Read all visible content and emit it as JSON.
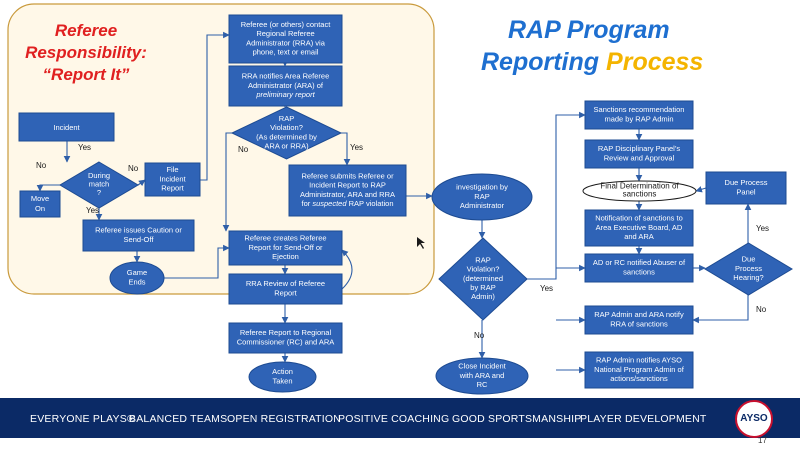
{
  "colors": {
    "box": "#2f63b6",
    "box_edge": "#1d4b92",
    "arrow": "#2f5fa8",
    "panel_fill": "#fff8e8",
    "panel_edge": "#c99a3c",
    "title_blue": "#1e6fd0",
    "title_gold": "#f4b400",
    "footer": "#0b2a66"
  },
  "panel": {
    "title_line1": "Referee",
    "title_line2": "Responsibility:",
    "title_line3": "“Report It”"
  },
  "title": {
    "part1": "RAP Program",
    "part2": "Reporting",
    "part3": "Process"
  },
  "nodes": [
    {
      "id": "incident",
      "shape": "rect",
      "lines": [
        "Incident"
      ]
    },
    {
      "id": "during-match",
      "shape": "diamond",
      "lines": [
        "During",
        "match",
        "?"
      ]
    },
    {
      "id": "move-on",
      "shape": "rect",
      "lines": [
        "Move",
        "On"
      ]
    },
    {
      "id": "file-report",
      "shape": "rect",
      "lines": [
        "File",
        "Incident",
        "Report"
      ]
    },
    {
      "id": "caution",
      "shape": "rect",
      "lines": [
        "Referee issues Caution or",
        "Send-Off"
      ]
    },
    {
      "id": "game-ends",
      "shape": "ellipse",
      "lines": [
        "Game",
        "Ends"
      ]
    },
    {
      "id": "rra-contact",
      "shape": "rect",
      "lines": [
        "Referee (or others) contact",
        "Regional Referee",
        "Administrator (RRA) via",
        "phone, text or email"
      ]
    },
    {
      "id": "rra-notifies",
      "shape": "rect",
      "lines": [
        "RRA notifies Area Referee",
        "Administrator (ARA) of",
        "preliminary report"
      ]
    },
    {
      "id": "rap-violation-1",
      "shape": "diamond",
      "lines": [
        "RAP",
        "Violation?",
        "(As determined by",
        "ARA or RRA)"
      ]
    },
    {
      "id": "referee-submits",
      "shape": "rect",
      "lines": [
        "Referee submits Referee or",
        "Incident Report to RAP",
        "Administrator, ARA and RRA",
        "for suspected RAP violation"
      ]
    },
    {
      "id": "send-off-report",
      "shape": "rect",
      "lines": [
        "Referee creates Referee",
        "Report for Send-Off or",
        "Ejection"
      ]
    },
    {
      "id": "rra-review",
      "shape": "rect",
      "lines": [
        "RRA Review of Referee",
        "Report"
      ]
    },
    {
      "id": "report-rc",
      "shape": "rect",
      "lines": [
        "Referee Report to Regional",
        "Commissioner (RC) and ARA"
      ]
    },
    {
      "id": "action-taken",
      "shape": "ellipse",
      "lines": [
        "Action",
        "Taken"
      ]
    },
    {
      "id": "investigation",
      "shape": "ellipse",
      "lines": [
        "investigation by",
        "RAP",
        "Administrator"
      ]
    },
    {
      "id": "rap-violation-2",
      "shape": "diamond",
      "lines": [
        "RAP",
        "Violation?",
        "(determined",
        "by RAP",
        "Admin)"
      ]
    },
    {
      "id": "close-incident",
      "shape": "ellipse",
      "lines": [
        "Close Incident",
        "with ARA and",
        "RC"
      ]
    },
    {
      "id": "sanctions-rec",
      "shape": "rect",
      "lines": [
        "Sanctions recommendation",
        "made by RAP Admin"
      ]
    },
    {
      "id": "panel-review",
      "shape": "rect",
      "lines": [
        "RAP Disciplinary Panel’s",
        "Review and Approval"
      ]
    },
    {
      "id": "final-determination",
      "shape": "ellipse_light",
      "lines": [
        "Final Determination of",
        "sanctions"
      ]
    },
    {
      "id": "due-process-panel",
      "shape": "rect",
      "lines": [
        "Due Process",
        "Panel"
      ]
    },
    {
      "id": "notification",
      "shape": "rect",
      "lines": [
        "Notification of sanctions to",
        "Area Executive Board, AD",
        "and ARA"
      ]
    },
    {
      "id": "ad-rc-notified",
      "shape": "rect",
      "lines": [
        "AD or RC notified Abuser of",
        "sanctions"
      ]
    },
    {
      "id": "due-process-hearing",
      "shape": "diamond",
      "lines": [
        "Due",
        "Process",
        "Hearing?"
      ]
    },
    {
      "id": "rap-admin-ara",
      "shape": "rect",
      "lines": [
        "RAP Admin and ARA notify",
        "RRA of sanctions"
      ]
    },
    {
      "id": "rap-admin-ayso",
      "shape": "rect",
      "lines": [
        "RAP Admin notifies AYSO",
        "National Program Admin of",
        "actions/sanctions"
      ]
    }
  ],
  "edge_labels": {
    "during_yes": "Yes",
    "during_no": "No",
    "during_no_right": "No",
    "during_yes_bottom": "Yes",
    "v1_no": "No",
    "v1_yes": "Yes",
    "v2_no": "No",
    "v2_yes": "Yes",
    "dp_yes": "Yes",
    "dp_no": "No"
  },
  "footer": {
    "items": [
      "EVERYONE PLAYS®",
      "BALANCED TEAMS",
      "OPEN REGISTRATION",
      "POSITIVE COACHING",
      "GOOD SPORTSMANSHIP",
      "PLAYER DEVELOPMENT"
    ],
    "logo_text": "AYSO",
    "page_number": "17"
  }
}
